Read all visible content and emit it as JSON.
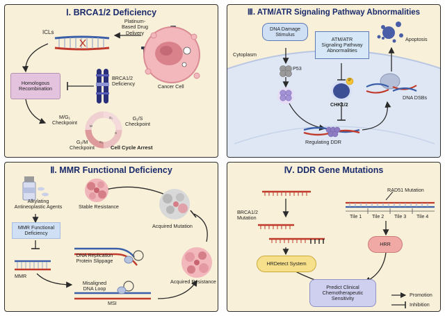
{
  "panel1": {
    "title": "Ⅰ. BRCA1/2 Deficiency",
    "icls": "ICLs",
    "platinum_line1": "Platinum-",
    "platinum_line2": "Based Drug",
    "platinum_line3": "Delivery",
    "cancer_cell": "Cancer Cell",
    "hr_box_line1": "Homologous",
    "hr_box_line2": "Recombination",
    "brca_def_line1": "BRCA1/2",
    "brca_def_line2": "Deficiency",
    "mg1_line1": "M/G₁",
    "mg1_line2": "Checkpoint",
    "g1s_line1": "G₁/S",
    "g1s_line2": "Checkpoint",
    "g2m_line1": "G₂/M",
    "g2m_line2": "Checkpoint",
    "cell_cycle_arrest": "Cell Cycle Arrest",
    "ring_labels": [
      "G₁",
      "S",
      "G₂",
      "M"
    ]
  },
  "panel2": {
    "title": "Ⅲ. ATM/ATR Signaling Pathway Abnormalities",
    "dna_damage_line1": "DNA Damage",
    "dna_damage_line2": "Stimulus",
    "atm_box_line1": "ATM/ATR",
    "atm_box_line2": "Signaling Pathway",
    "atm_box_line3": "Abnormalities",
    "cytoplasm": "Cytoplasm",
    "p53": "P53",
    "chk": "CHK1/2",
    "p_badge": "P",
    "apoptosis": "Apoptosis",
    "dna_dsbs": "DNA DSBs",
    "regulating_ddr": "Regulating DDR"
  },
  "panel3": {
    "title": "Ⅱ. MMR Functional Deficiency",
    "alkylating_line1": "Alkylating",
    "alkylating_line2": "Antineoplastic Agents",
    "mmr_func_line1": "MMR Functional",
    "mmr_func_line2": "Deficiency",
    "mmr": "MMR",
    "stable_resistance": "Stable Resistance",
    "acquired_mutation": "Acquired Mutation",
    "dna_rep_line1": "DNA Replication",
    "dna_rep_line2": "Protein Slippage",
    "misaligned_line1": "Misaligned",
    "misaligned_line2": "DNA Loop",
    "msi": "MSI",
    "acquired_resistance": "Acquired Resistance"
  },
  "panel4": {
    "title": "Ⅳ. DDR Gene Mutations",
    "brca_mut_line1": "BRCA1/2",
    "brca_mut_line2": "Mutation",
    "rad51_mutation": "RAD51 Mutation",
    "tiles": [
      "Tile 1",
      "Tile 2",
      "Tile 3",
      "Tile 4"
    ],
    "hrr": "HRR",
    "hrdetect": "HRDetect System",
    "predict_line1": "Predict Clinical",
    "predict_line2": "Chemotherapeutic",
    "predict_line3": "Sensitivity",
    "legend_promotion": "Promotion",
    "legend_inhibition": "Inhibition"
  },
  "colors": {
    "panel_bg": "#f8f0d8",
    "title": "#1a2a6c",
    "dna_blue": "#3a5fa8",
    "dna_red": "#c0392b",
    "cancer_pink": "#e89aa0",
    "hr_box": "#e3c3de",
    "chromosome": "#2a2f7a",
    "nucleus_band": "#dfe7f5",
    "protein_purple": "#8e7cc3",
    "hrr_pink": "#f1a9a6",
    "hrdetect_yellow": "#f7e08c",
    "predict_lavender": "#cfd0f0"
  }
}
